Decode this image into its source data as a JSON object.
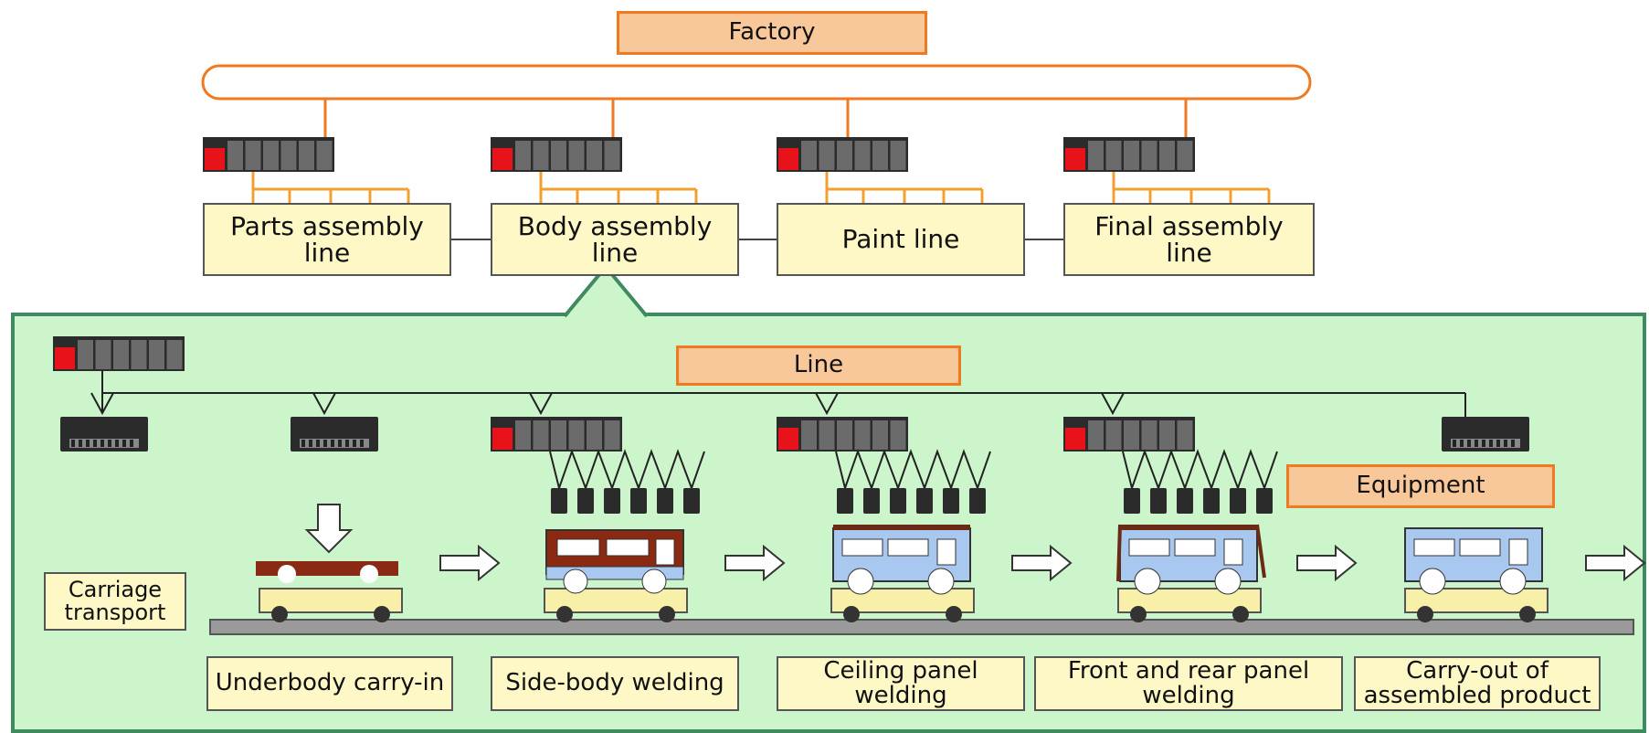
{
  "levels": {
    "factory": "Factory",
    "line": "Line",
    "equipment": "Equipment"
  },
  "factory_lines": [
    {
      "label": "Parts assembly line"
    },
    {
      "label": "Body assembly line"
    },
    {
      "label": "Paint line"
    },
    {
      "label": "Final assembly line"
    }
  ],
  "carriage_label": "Carriage transport",
  "stations": [
    {
      "label": "Underbody carry-in"
    },
    {
      "label": "Side-body welding"
    },
    {
      "label": "Ceiling panel welding"
    },
    {
      "label": "Front and rear panel welding"
    },
    {
      "label": "Carry-out of assembled product"
    }
  ],
  "colors": {
    "network": "#f07a22",
    "panel_fill": "#ccf5cc",
    "panel_border": "#3f8a5e",
    "box_fill": "#fdf8c6",
    "plc_cpu": "#e8121b",
    "plc_module": "#6b6b6b",
    "bus_body": "#a8c8f0",
    "bus_body_unpainted": "#8a2a14"
  },
  "icons": [
    "plc-icon",
    "remote-io-icon",
    "robot-icon",
    "bus-icon",
    "carriage-icon",
    "arrow-right-icon",
    "arrow-down-icon"
  ]
}
